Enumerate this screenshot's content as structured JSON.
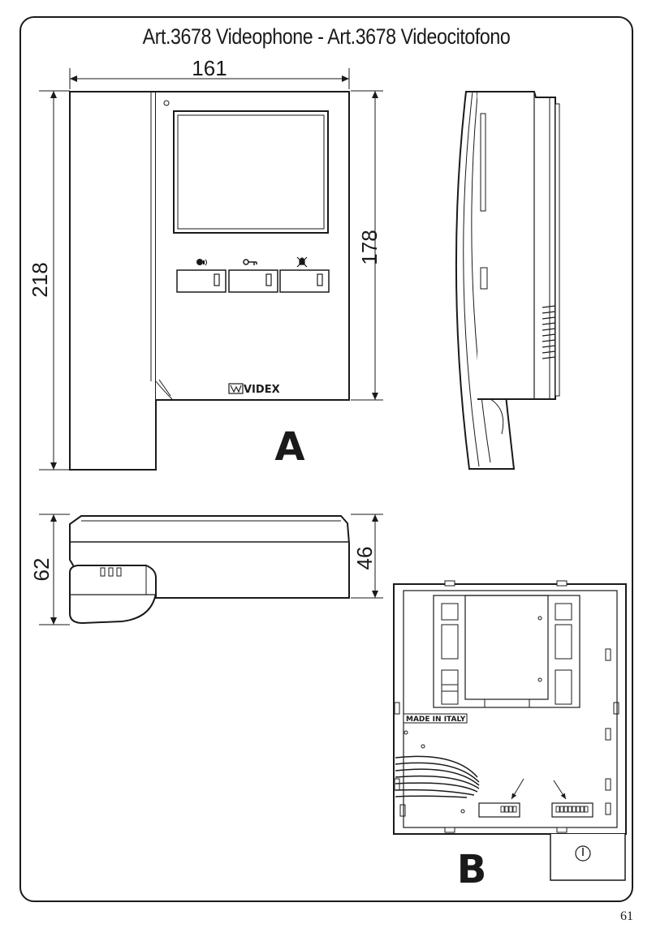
{
  "title": "Art.3678 Videophone - Art.3678 Videocitofono",
  "page_number": "61",
  "front_view": {
    "label": "A",
    "width_dim": "161",
    "height_dim": "218",
    "monitor_height_dim": "178",
    "brand": "VIDEX",
    "buttons": [
      "speech-icon",
      "key-icon",
      "mute-icon"
    ]
  },
  "top_view": {
    "depth_dim": "62",
    "monitor_depth_dim": "46"
  },
  "back_view": {
    "label": "B",
    "made_in_label": "MADE IN ITALY"
  }
}
